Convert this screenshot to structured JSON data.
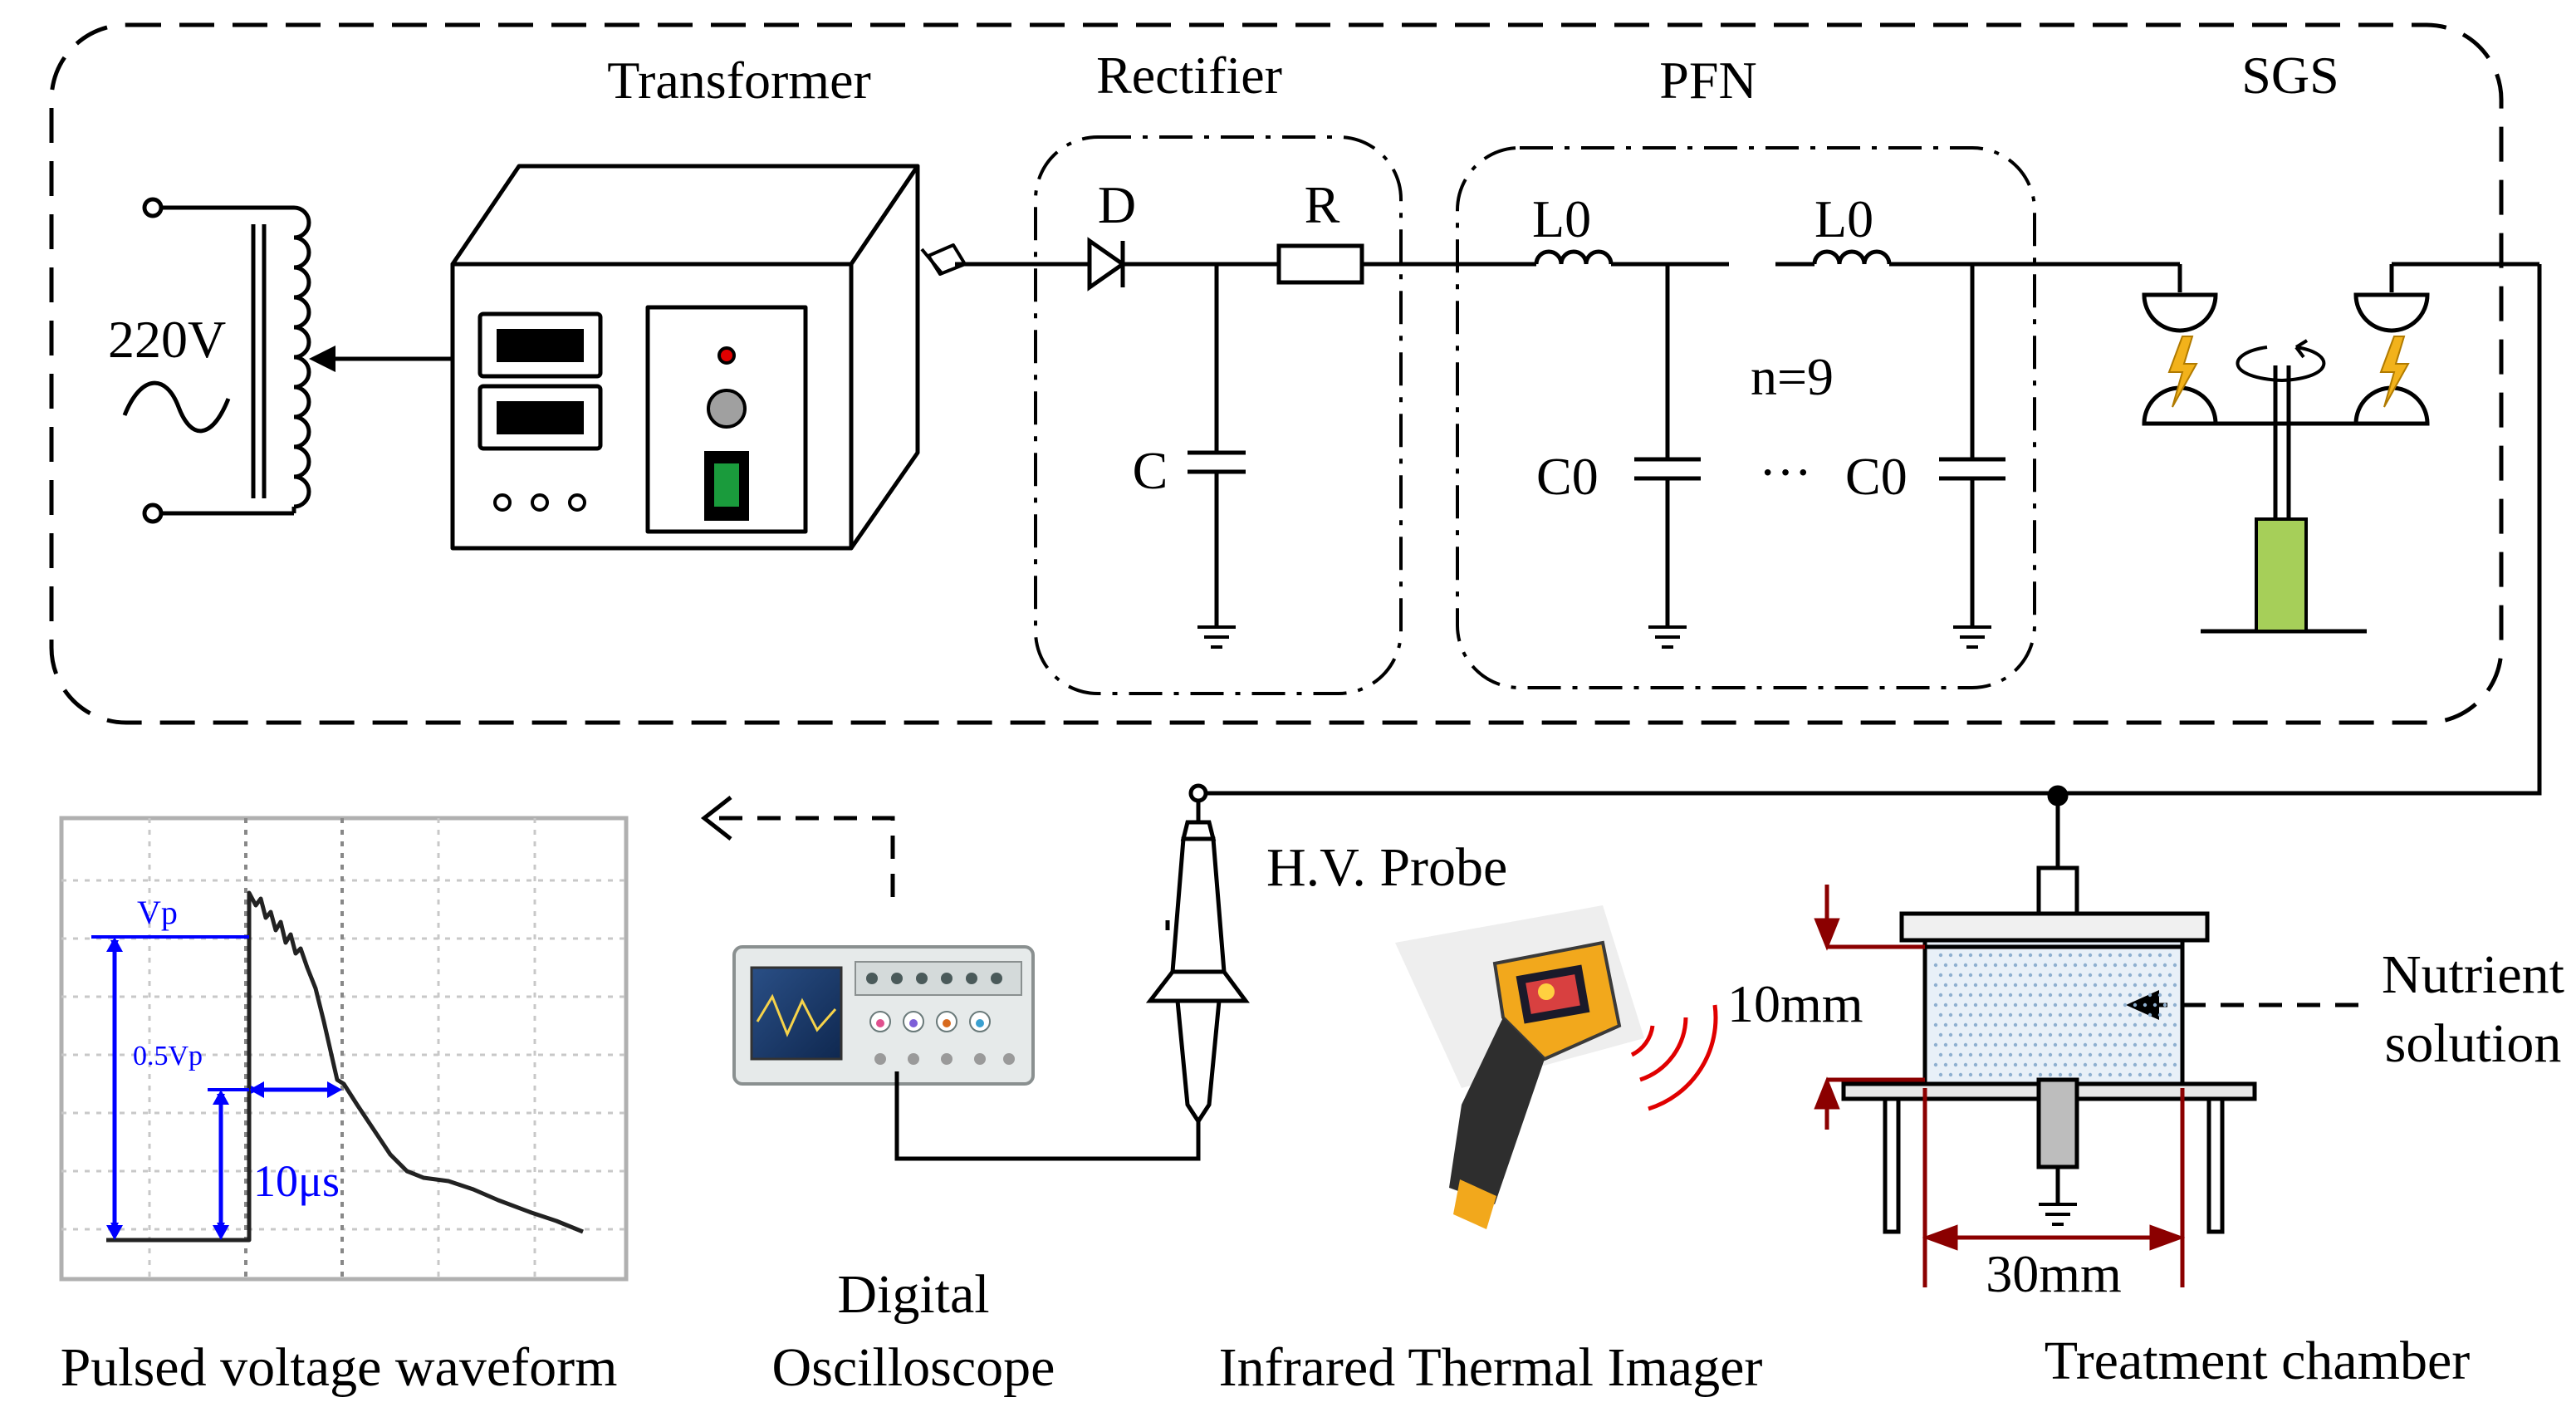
{
  "labels": {
    "transformer": "Transformer",
    "rectifier": "Rectifier",
    "pfn": "PFN",
    "sgs": "SGS",
    "voltage": "220V",
    "diode": "D",
    "resistor": "R",
    "capacitor": "C",
    "inductor": "L0",
    "pfn_capacitor": "C0",
    "stages": "n=9",
    "ellipsis": "···",
    "hv_probe": "H.V. Probe",
    "nutrient_line1": "Nutrient",
    "nutrient_line2": "solution",
    "gap": "10mm",
    "width": "30mm",
    "vp": "Vp",
    "half_vp": "0.5Vp",
    "pulse_width": "10μs"
  },
  "captions": {
    "waveform": "Pulsed voltage waveform",
    "oscilloscope_line1": "Digital",
    "oscilloscope_line2": "Oscilloscope",
    "imager": "Infrared Thermal Imager",
    "chamber": "Treatment chamber"
  },
  "colors": {
    "line": "#000000",
    "annotation": "#0000ff",
    "dimension": "#8b0000",
    "tube_liquid": "#a6cf59",
    "spark": "#f2b21b",
    "imager_body": "#f2a81c",
    "infrared_waves": "#e00000"
  },
  "icons": {
    "ac_source": "sine-wave-icon",
    "spark": "lightning-icon",
    "rotation": "rotation-arrow-icon",
    "ground": "ground-icon"
  }
}
